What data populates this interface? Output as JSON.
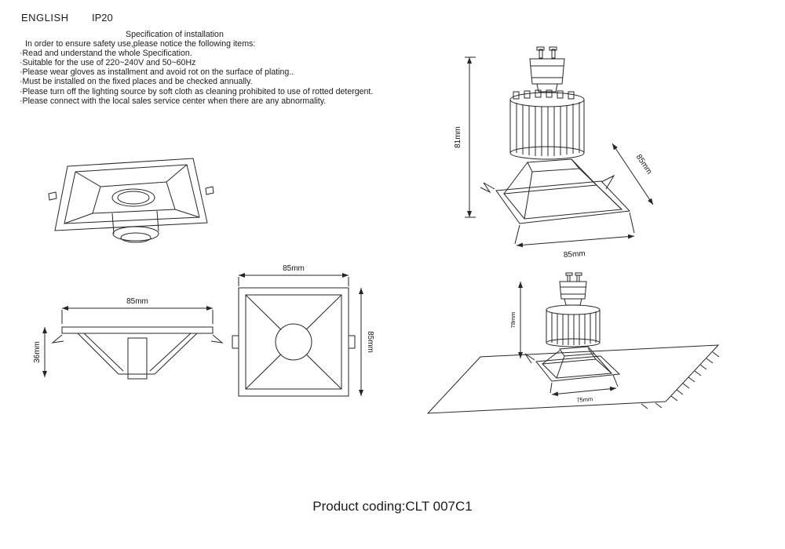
{
  "header": {
    "language": "ENGLISH",
    "ip_rating": "IP20"
  },
  "spec": {
    "title": "Specification of installation",
    "intro": "In order to ensure safety use,please notice the following items:",
    "items": [
      "·Read and understand the whole Specification.",
      "·Suitable for the use of 220~240V and 50~60Hz",
      "·Please wear gloves as installment and avoid rot on the surface of plating..",
      "·Must be installed on the fixed places and be checked annually.",
      "·Please turn off the lighting source by soft cloth as cleaning prohibited to use of rotted detergent.",
      "·Please connect with the local sales service center when there are any abnormality."
    ]
  },
  "dims": {
    "lamp_height": "81mm",
    "lamp_side_diag": "85mm",
    "lamp_base_width": "85mm",
    "side_view_width": "85mm",
    "side_view_height": "36mm",
    "front_view_width": "85mm",
    "front_view_height": "85mm",
    "install_height": "78mm",
    "install_cutout_width": "75mm"
  },
  "footer": {
    "product_coding": "Product coding:CLT 007C1"
  }
}
